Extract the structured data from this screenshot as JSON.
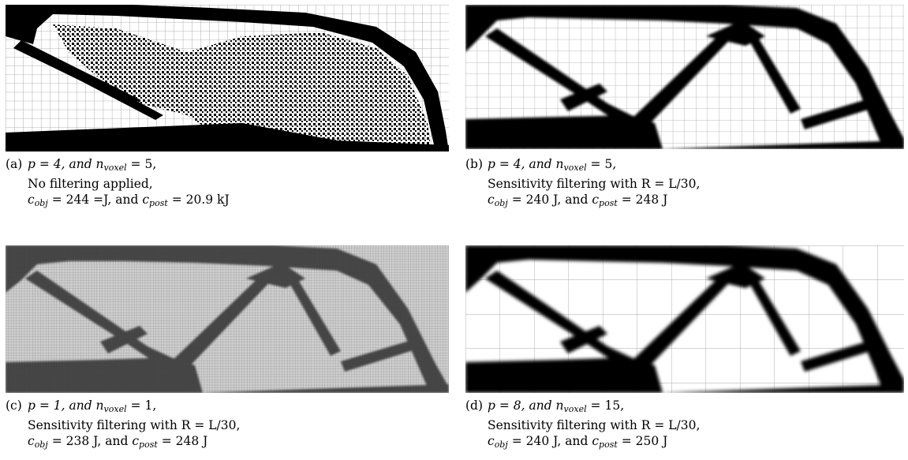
{
  "panels": [
    {
      "id": "a",
      "tag": "(a)",
      "line1": {
        "prefix": "p = 4, and n",
        "sub": "voxel",
        "suffix": " = 5,"
      },
      "line2": "No filtering applied,",
      "line3": {
        "c1": "c",
        "s1": "obj",
        "v1": " = 244 =J, and ",
        "c2": "c",
        "s2": "post",
        "v2": " = 20.9 kJ"
      }
    },
    {
      "id": "b",
      "tag": "(b)",
      "line1": {
        "prefix": "p = 4, and n",
        "sub": "voxel",
        "suffix": " = 5,"
      },
      "line2": "Sensitivity filtering with R = L/30,",
      "line3": {
        "c1": "c",
        "s1": "obj",
        "v1": " = 240 J, and ",
        "c2": "c",
        "s2": "post",
        "v2": " = 248 J"
      }
    },
    {
      "id": "c",
      "tag": "(c)",
      "line1": {
        "prefix": "p = 1, and n",
        "sub": "voxel",
        "suffix": " = 1,"
      },
      "line2": "Sensitivity filtering with R = L/30,",
      "line3": {
        "c1": "c",
        "s1": "obj",
        "v1": " = 238 J, and ",
        "c2": "c",
        "s2": "post",
        "v2": " = 248 J"
      }
    },
    {
      "id": "d",
      "tag": "(d)",
      "line1": {
        "prefix": "p = 8, and n",
        "sub": "voxel",
        "suffix": " = 15,"
      },
      "line2": "Sensitivity filtering with R = L/30,",
      "line3": {
        "c1": "c",
        "s1": "obj",
        "v1": " = 240 J, and ",
        "c2": "c",
        "s2": "post",
        "v2": " = 250 J"
      }
    }
  ]
}
